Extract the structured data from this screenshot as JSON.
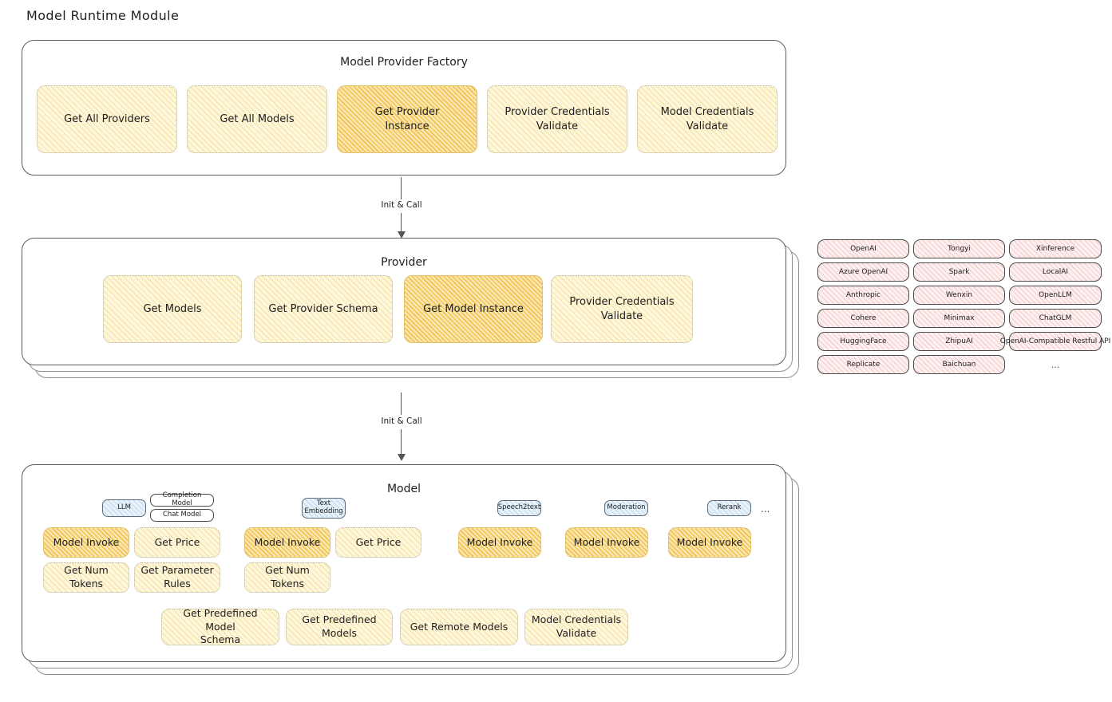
{
  "page": {
    "title": "Model Runtime Module"
  },
  "factory": {
    "title": "Model Provider Factory",
    "methods": [
      {
        "label": "Get All Providers",
        "highlight": false
      },
      {
        "label": "Get All Models",
        "highlight": false
      },
      {
        "label": "Get Provider\nInstance",
        "highlight": true
      },
      {
        "label": "Provider Credentials\nValidate",
        "highlight": false
      },
      {
        "label": "Model Credentials\nValidate",
        "highlight": false
      }
    ]
  },
  "arrow1": {
    "label": "Init & Call"
  },
  "provider": {
    "title": "Provider",
    "methods": [
      {
        "label": "Get Models",
        "highlight": false
      },
      {
        "label": "Get Provider Schema",
        "highlight": false
      },
      {
        "label": "Get Model Instance",
        "highlight": true
      },
      {
        "label": "Provider Credentials\nValidate",
        "highlight": false
      }
    ]
  },
  "arrow2": {
    "label": "Init & Call"
  },
  "provider_list": {
    "columns": [
      {
        "items": [
          "OpenAI",
          "Azure OpenAI",
          "Anthropic",
          "Cohere",
          "HuggingFace",
          "Replicate"
        ]
      },
      {
        "items": [
          "Tongyi",
          "Spark",
          "Wenxin",
          "Minimax",
          "ZhipuAI",
          "Baichuan"
        ]
      },
      {
        "items": [
          "Xinference",
          "LocalAI",
          "OpenLLM",
          "ChatGLM",
          "OpenAI-Compatible Restful API"
        ]
      }
    ],
    "more": "..."
  },
  "model": {
    "title": "Model",
    "more": "...",
    "types": [
      {
        "badge": "LLM",
        "sub_badges": [
          "Completion Model",
          "Chat Model"
        ],
        "methods_row1": [
          {
            "label": "Model Invoke",
            "highlight": true
          },
          {
            "label": "Get Price",
            "highlight": false
          }
        ],
        "methods_row2": [
          {
            "label": "Get Num Tokens",
            "highlight": false
          },
          {
            "label": "Get Parameter\nRules",
            "highlight": false
          }
        ]
      },
      {
        "badge": "Text\nEmbedding",
        "sub_badges": [],
        "methods_row1": [
          {
            "label": "Model Invoke",
            "highlight": true
          },
          {
            "label": "Get Price",
            "highlight": false
          }
        ],
        "methods_row2": [
          {
            "label": "Get Num Tokens",
            "highlight": false
          }
        ]
      },
      {
        "badge": "Speech2text",
        "sub_badges": [],
        "methods_row1": [
          {
            "label": "Model Invoke",
            "highlight": true
          }
        ],
        "methods_row2": []
      },
      {
        "badge": "Moderation",
        "sub_badges": [],
        "methods_row1": [
          {
            "label": "Model Invoke",
            "highlight": true
          }
        ],
        "methods_row2": []
      },
      {
        "badge": "Rerank",
        "sub_badges": [],
        "methods_row1": [
          {
            "label": "Model Invoke",
            "highlight": true
          }
        ],
        "methods_row2": []
      }
    ],
    "common_methods": [
      {
        "label": "Get Predefined Model\nSchema",
        "highlight": false
      },
      {
        "label": "Get Predefined\nModels",
        "highlight": false
      },
      {
        "label": "Get Remote Models",
        "highlight": false
      },
      {
        "label": "Model Credentials\nValidate",
        "highlight": false
      }
    ]
  },
  "colors": {
    "method_fill": "#fdf7de",
    "method_highlight_fill": "#fbe7b0",
    "provider_pill_fill": "#fdf0f0",
    "badge_fill": "#e8f2fb",
    "stroke": "#1e1e1e"
  }
}
